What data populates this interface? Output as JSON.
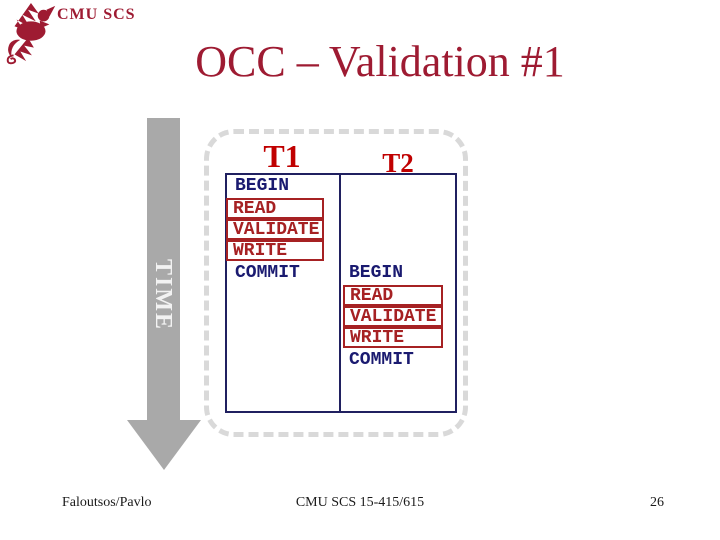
{
  "slide": {
    "org_label": "CMU SCS",
    "title": "OCC – Validation #1",
    "time_arrow_label": "TIME",
    "transactions": [
      {
        "name": "T1",
        "steps": [
          {
            "label": "BEGIN",
            "boxed": false
          },
          {
            "label": "READ",
            "boxed": true
          },
          {
            "label": "VALIDATE",
            "boxed": true
          },
          {
            "label": "WRITE",
            "boxed": true
          },
          {
            "label": "COMMIT",
            "boxed": false
          }
        ]
      },
      {
        "name": "T2",
        "steps": [
          {
            "label": "BEGIN",
            "boxed": false
          },
          {
            "label": "READ",
            "boxed": true
          },
          {
            "label": "VALIDATE",
            "boxed": true
          },
          {
            "label": "WRITE",
            "boxed": true
          },
          {
            "label": "COMMIT",
            "boxed": false
          }
        ]
      }
    ],
    "footer": {
      "authors": "Faloutsos/Pavlo",
      "course": "CMU SCS 15-415/615",
      "page_number": "26"
    },
    "icons": {
      "logo": "cmu-scs-dragon-logo"
    },
    "colors": {
      "brand_red": "#9E1B32",
      "transaction_header_red": "#C00000",
      "step_red": "#A62123",
      "step_navy": "#1A1A70",
      "table_border_navy": "#202060",
      "arrow_gray": "#A9A9A9",
      "dashed_border_gray": "#D9D9D9",
      "background": "#FFFFFF"
    }
  }
}
